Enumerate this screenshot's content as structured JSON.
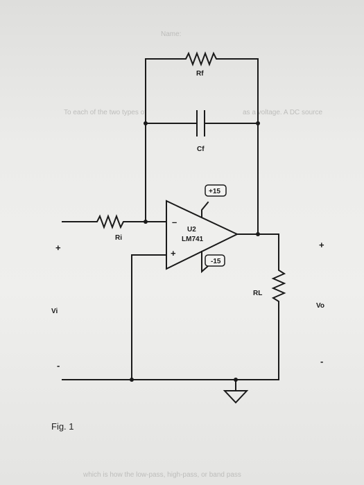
{
  "background_text": {
    "top": "Name:",
    "middle_left": "To each of the two types of",
    "middle_right": "as a voltage. A DC source",
    "bottom": "which is how the low-pass, high-pass, or band pass"
  },
  "diagram": {
    "feedback_resistor": "Rf",
    "feedback_capacitor": "Cf",
    "input_resistor": "Ri",
    "opamp_ref": "U2",
    "opamp_part": "LM741",
    "positive_supply": "+15",
    "negative_supply": "-15",
    "load_resistor": "RL",
    "input_label": "Vi",
    "input_plus": "+",
    "input_minus": "-",
    "output_label": "Vo",
    "output_plus": "+",
    "output_minus": "-",
    "inverting_sign": "–",
    "noninverting_sign": "+"
  },
  "caption": "Fig. 1"
}
